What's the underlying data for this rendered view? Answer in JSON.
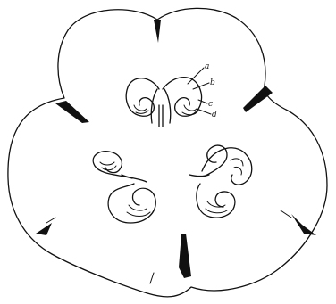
{
  "figure": {
    "labels": [
      {
        "id": "a",
        "text": "a"
      },
      {
        "id": "b",
        "text": "b"
      },
      {
        "id": "c",
        "text": "c"
      },
      {
        "id": "d",
        "text": "d"
      }
    ]
  }
}
